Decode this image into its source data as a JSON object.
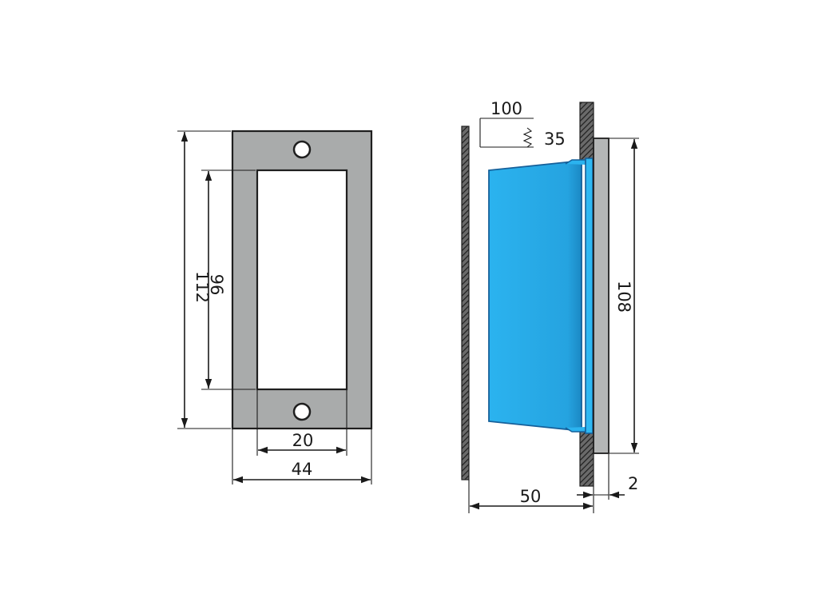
{
  "colors": {
    "plate": "#a9abab",
    "plate_edge": "#1f1f1f",
    "box_fill": "#27a9e6",
    "box_edge": "#16609a",
    "wall_hatch": "#333333",
    "dimension_line": "#1a1a1a"
  },
  "front_view": {
    "dim_outer_height": "112",
    "dim_inner_height": "96",
    "dim_inner_width": "20",
    "dim_outer_width": "44"
  },
  "side_view": {
    "brick_width_label": "100",
    "brick_height_label": "35",
    "dim_plate_height": "108",
    "dim_depth": "50",
    "dim_plate_thickness": "2"
  }
}
